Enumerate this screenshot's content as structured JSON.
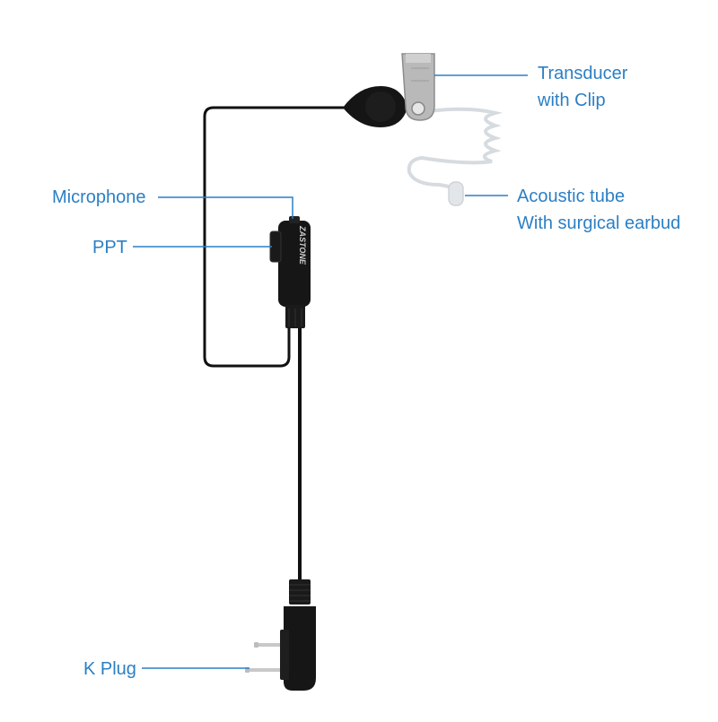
{
  "colors": {
    "label": "#2b7fc4",
    "leader_line": "#2b7fc4",
    "cable": "#111111",
    "clip_metal": "#b8b8b8",
    "tube": "#d8dde2",
    "background": "#ffffff"
  },
  "brand_logo": "ZASTONE",
  "labels": {
    "transducer": [
      "Transducer",
      "with Clip"
    ],
    "acoustic_tube": [
      "Acoustic tube",
      "With surgical earbud"
    ],
    "microphone": "Microphone",
    "ppt": "PPT",
    "k_plug": "K Plug"
  }
}
